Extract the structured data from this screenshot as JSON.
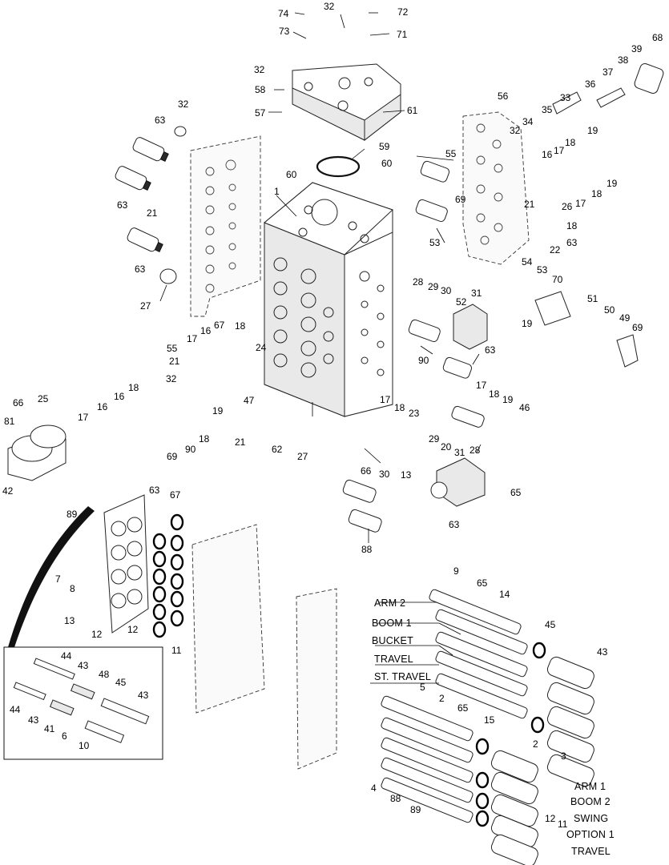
{
  "diagram": {
    "callouts": [
      {
        "id": "c74",
        "text": "74"
      },
      {
        "id": "c32a",
        "text": "32"
      },
      {
        "id": "c72",
        "text": "72"
      },
      {
        "id": "c73",
        "text": "73"
      },
      {
        "id": "c71",
        "text": "71"
      },
      {
        "id": "c68",
        "text": "68"
      },
      {
        "id": "c32b",
        "text": "32"
      },
      {
        "id": "c39",
        "text": "39"
      },
      {
        "id": "c58",
        "text": "58"
      },
      {
        "id": "c38",
        "text": "38"
      },
      {
        "id": "c37",
        "text": "37"
      },
      {
        "id": "c36",
        "text": "36"
      },
      {
        "id": "c57",
        "text": "57"
      },
      {
        "id": "c61",
        "text": "61"
      },
      {
        "id": "c32c",
        "text": "32"
      },
      {
        "id": "c56",
        "text": "56"
      },
      {
        "id": "c33",
        "text": "33"
      },
      {
        "id": "c34",
        "text": "34"
      },
      {
        "id": "c35",
        "text": "35"
      },
      {
        "id": "c63a",
        "text": "63"
      },
      {
        "id": "c32d",
        "text": "32"
      },
      {
        "id": "c16a",
        "text": "16"
      },
      {
        "id": "c19a",
        "text": "19"
      },
      {
        "id": "c18a",
        "text": "18"
      },
      {
        "id": "c59",
        "text": "59"
      },
      {
        "id": "c55a",
        "text": "55"
      },
      {
        "id": "c17a",
        "text": "17"
      },
      {
        "id": "c60a",
        "text": "60"
      },
      {
        "id": "c60b",
        "text": "60"
      },
      {
        "id": "c63b",
        "text": "63"
      },
      {
        "id": "c1",
        "text": "1"
      },
      {
        "id": "c19b",
        "text": "19"
      },
      {
        "id": "c18b",
        "text": "18"
      },
      {
        "id": "c26",
        "text": "26"
      },
      {
        "id": "c17b",
        "text": "17"
      },
      {
        "id": "c21a",
        "text": "21"
      },
      {
        "id": "c69a",
        "text": "69"
      },
      {
        "id": "c21b",
        "text": "21"
      },
      {
        "id": "c63c",
        "text": "63"
      },
      {
        "id": "c18c",
        "text": "18"
      },
      {
        "id": "c22",
        "text": "22"
      },
      {
        "id": "c63d",
        "text": "63"
      },
      {
        "id": "c53a",
        "text": "53"
      },
      {
        "id": "c54",
        "text": "54"
      },
      {
        "id": "c53b",
        "text": "53"
      },
      {
        "id": "c70",
        "text": "70"
      },
      {
        "id": "c27a",
        "text": "27"
      },
      {
        "id": "c28a",
        "text": "28"
      },
      {
        "id": "c29a",
        "text": "29"
      },
      {
        "id": "c30a",
        "text": "30"
      },
      {
        "id": "c31a",
        "text": "31"
      },
      {
        "id": "c52",
        "text": "52"
      },
      {
        "id": "c51",
        "text": "51"
      },
      {
        "id": "c50",
        "text": "50"
      },
      {
        "id": "c49",
        "text": "49"
      },
      {
        "id": "c69b",
        "text": "69"
      },
      {
        "id": "c18d",
        "text": "18"
      },
      {
        "id": "c17c",
        "text": "17"
      },
      {
        "id": "c16b",
        "text": "16"
      },
      {
        "id": "c67a",
        "text": "67"
      },
      {
        "id": "c19c",
        "text": "19"
      },
      {
        "id": "c55b",
        "text": "55"
      },
      {
        "id": "c63e",
        "text": "63"
      },
      {
        "id": "c90a",
        "text": "90"
      },
      {
        "id": "c21c",
        "text": "21"
      },
      {
        "id": "c24",
        "text": "24"
      },
      {
        "id": "c32e",
        "text": "32"
      },
      {
        "id": "c47",
        "text": "47"
      },
      {
        "id": "c66a",
        "text": "66"
      },
      {
        "id": "c25",
        "text": "25"
      },
      {
        "id": "c18e",
        "text": "18"
      },
      {
        "id": "c16c",
        "text": "16"
      },
      {
        "id": "c17d",
        "text": "17"
      },
      {
        "id": "c18f",
        "text": "18"
      },
      {
        "id": "c23",
        "text": "23"
      },
      {
        "id": "c16d",
        "text": "16"
      },
      {
        "id": "c17e",
        "text": "17"
      },
      {
        "id": "c18g",
        "text": "18"
      },
      {
        "id": "c19d",
        "text": "19"
      },
      {
        "id": "c46",
        "text": "46"
      },
      {
        "id": "c81",
        "text": "81"
      },
      {
        "id": "c17f",
        "text": "17"
      },
      {
        "id": "c19e",
        "text": "19"
      },
      {
        "id": "c18h",
        "text": "18"
      },
      {
        "id": "c69c",
        "text": "69"
      },
      {
        "id": "c90b",
        "text": "90"
      },
      {
        "id": "c21d",
        "text": "21"
      },
      {
        "id": "c62",
        "text": "62"
      },
      {
        "id": "c27b",
        "text": "27"
      },
      {
        "id": "c28b",
        "text": "28"
      },
      {
        "id": "c29b",
        "text": "29"
      },
      {
        "id": "c20",
        "text": "20"
      },
      {
        "id": "c31b",
        "text": "31"
      },
      {
        "id": "c66b",
        "text": "66"
      },
      {
        "id": "c13a",
        "text": "13"
      },
      {
        "id": "c42",
        "text": "42"
      },
      {
        "id": "c63f",
        "text": "63"
      },
      {
        "id": "c67b",
        "text": "67"
      },
      {
        "id": "c30b",
        "text": "30"
      },
      {
        "id": "c65a",
        "text": "65"
      },
      {
        "id": "c63g",
        "text": "63"
      },
      {
        "id": "c89a",
        "text": "89"
      },
      {
        "id": "c88a",
        "text": "88"
      },
      {
        "id": "c7",
        "text": "7"
      },
      {
        "id": "c8",
        "text": "8"
      },
      {
        "id": "c9",
        "text": "9"
      },
      {
        "id": "c65b",
        "text": "65"
      },
      {
        "id": "c14",
        "text": "14"
      },
      {
        "id": "c13b",
        "text": "13"
      },
      {
        "id": "c12a",
        "text": "12"
      },
      {
        "id": "c12b",
        "text": "12"
      },
      {
        "id": "c11a",
        "text": "11"
      },
      {
        "id": "c45a",
        "text": "45"
      },
      {
        "id": "c43a",
        "text": "43"
      },
      {
        "id": "c44a",
        "text": "44"
      },
      {
        "id": "c43b",
        "text": "43"
      },
      {
        "id": "c48",
        "text": "48"
      },
      {
        "id": "c45b",
        "text": "45"
      },
      {
        "id": "c43c",
        "text": "43"
      },
      {
        "id": "c44b",
        "text": "44"
      },
      {
        "id": "c43d",
        "text": "43"
      },
      {
        "id": "c41",
        "text": "41"
      },
      {
        "id": "c6",
        "text": "6"
      },
      {
        "id": "c10",
        "text": "10"
      },
      {
        "id": "c5",
        "text": "5"
      },
      {
        "id": "c2a",
        "text": "2"
      },
      {
        "id": "c65c",
        "text": "65"
      },
      {
        "id": "c15",
        "text": "15"
      },
      {
        "id": "c2b",
        "text": "2"
      },
      {
        "id": "c3",
        "text": "3"
      },
      {
        "id": "c4",
        "text": "4"
      },
      {
        "id": "c88b",
        "text": "88"
      },
      {
        "id": "c89b",
        "text": "89"
      },
      {
        "id": "c12c",
        "text": "12"
      },
      {
        "id": "c11b",
        "text": "11"
      }
    ],
    "spool_labels_upper": [
      "ARM 2",
      "BOOM 1",
      "BUCKET",
      "TRAVEL",
      "ST. TRAVEL"
    ],
    "spool_labels_lower": [
      "ARM 1",
      "BOOM 2",
      "SWING",
      "OPTION 1",
      "TRAVEL"
    ]
  }
}
